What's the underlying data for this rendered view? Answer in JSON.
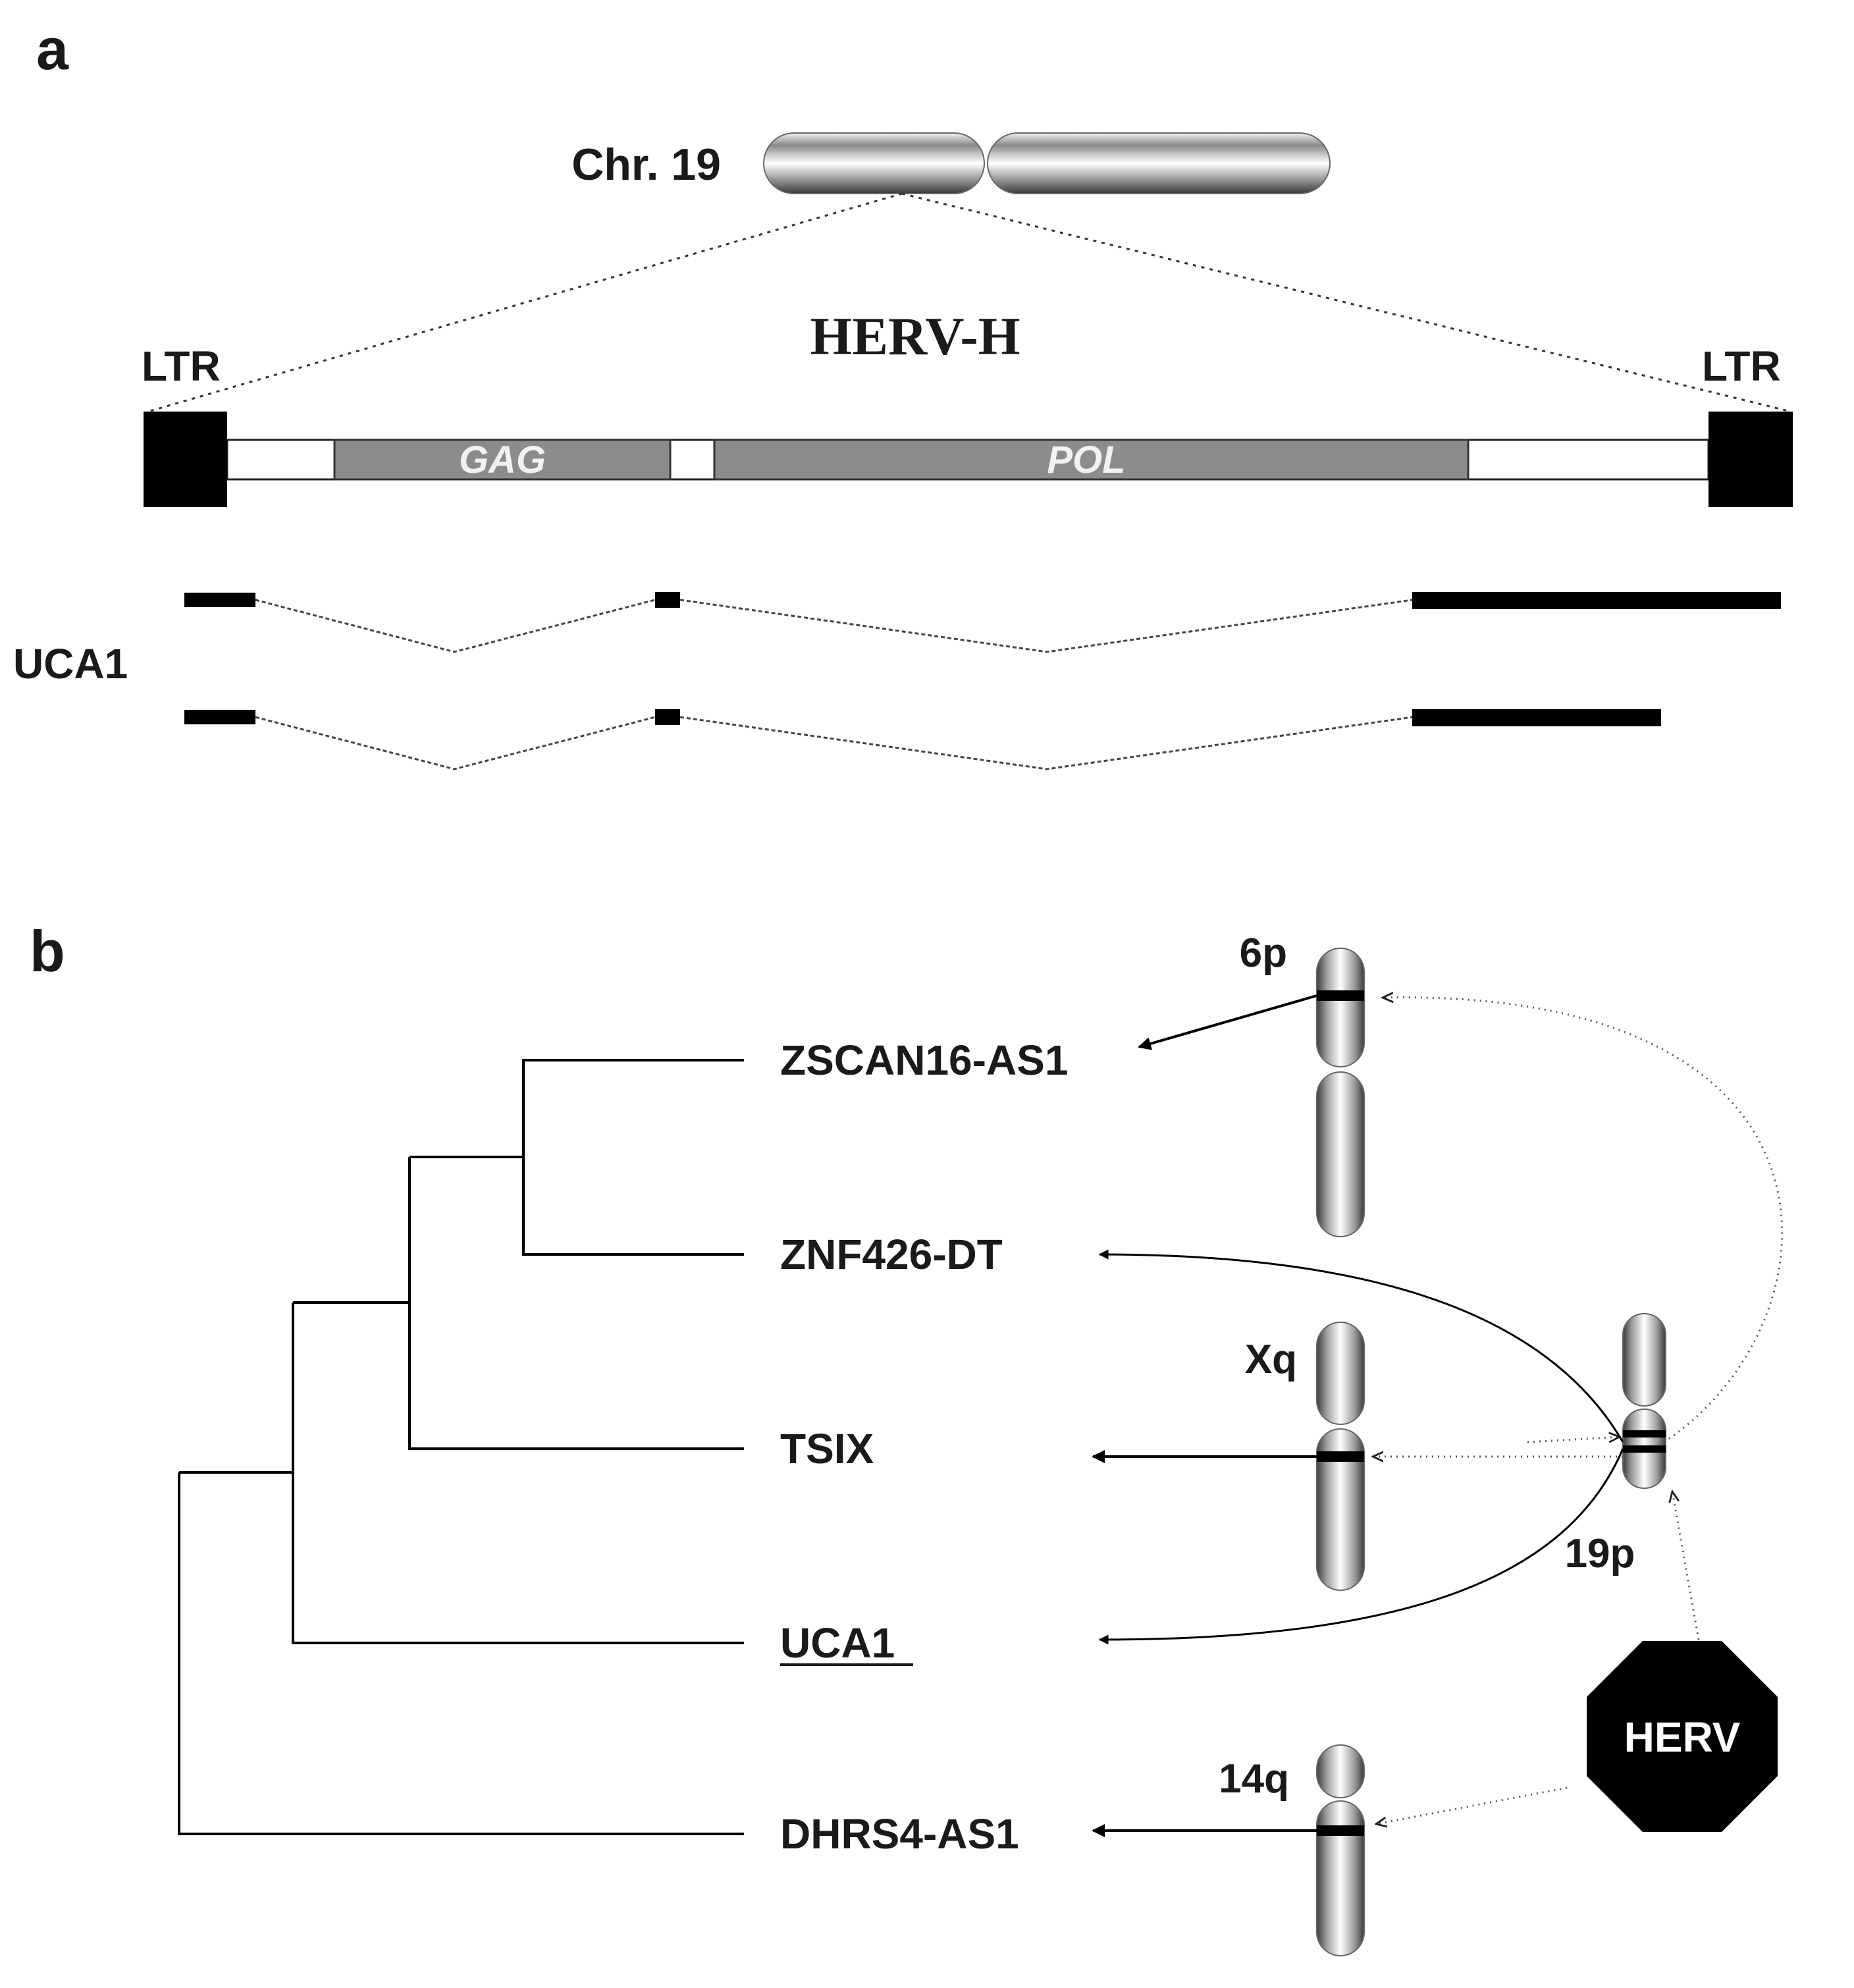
{
  "panel_a": {
    "letter": "a",
    "chromosome_label": "Chr. 19",
    "element_title": "HERV-H",
    "ltr_left": "LTR",
    "ltr_right": "LTR",
    "gag_label": "GAG",
    "pol_label": "POL",
    "transcript_label": "UCA1"
  },
  "panel_b": {
    "letter": "b",
    "genes": [
      "ZSCAN16-AS1",
      "ZNF426-DT",
      "TSIX",
      "UCA1",
      "DHRS4-AS1"
    ],
    "chromosome_labels": {
      "chr6": "6p",
      "chrX": "Xq",
      "chr19": "19p",
      "chr14": "14q"
    },
    "herv_badge": "HERV"
  }
}
